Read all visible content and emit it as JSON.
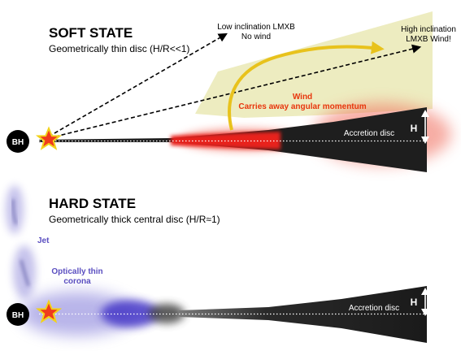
{
  "soft": {
    "title": "SOFT STATE",
    "subtitle": "Geometrically thin disc (H/R<<1)",
    "low_incl_line1": "Low inclination LMXB",
    "low_incl_line2": "No wind",
    "high_incl_line1": "High inclination",
    "high_incl_line2": "LMXB Wind!",
    "wind_label": "Wind",
    "wind_desc": "Carries away angular momentum",
    "disc_label": "Accretion disc",
    "bh_label": "BH",
    "h_label": "H"
  },
  "hard": {
    "title": "HARD STATE",
    "subtitle": "Geometrically thick central disc (H/R≈1)",
    "jet_label": "Jet",
    "corona_line1": "Optically thin",
    "corona_line2": "corona",
    "disc_label": "Accretion disc",
    "bh_label": "BH",
    "h_label": "H"
  },
  "colors": {
    "disc": "#1e1e1e",
    "wind_fill": "#ecebbd",
    "wind_arrow": "#e8c21c",
    "wind_text": "#e8350c",
    "hot_disc": "#e8231a",
    "corona": "#4d3fc9",
    "jet_text": "#5a4ec0",
    "star": "#f03a1c",
    "star_outline": "#f2d21a"
  }
}
